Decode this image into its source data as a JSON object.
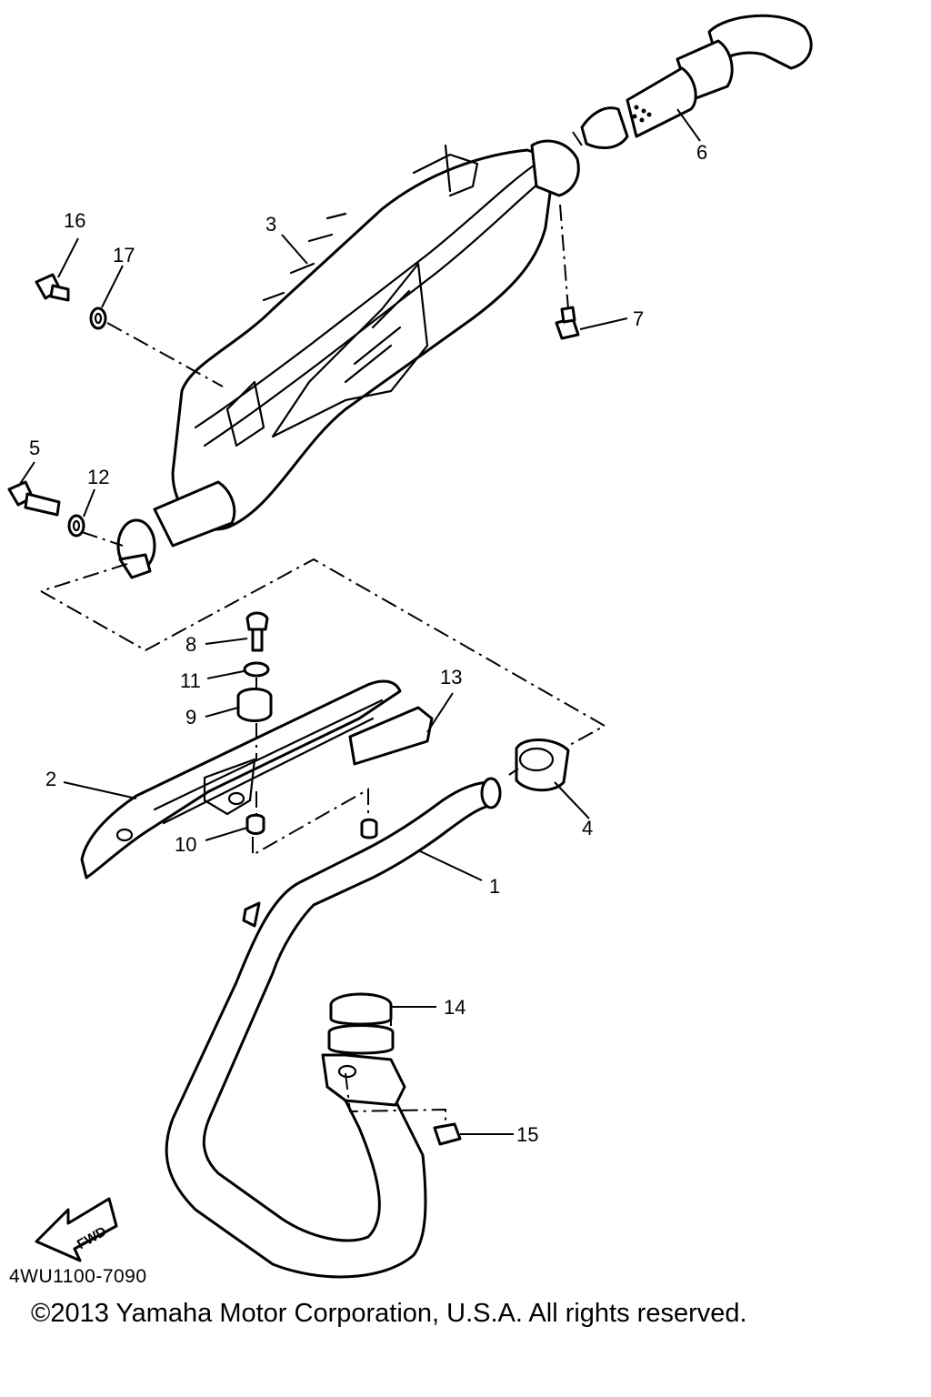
{
  "diagram": {
    "code": "4WU1100-7090",
    "copyright": "©2013 Yamaha Motor Corporation, U.S.A. All rights reserved.",
    "fwd_label": "FWD",
    "parts": [
      {
        "id": "p1",
        "number": "1"
      },
      {
        "id": "p2",
        "number": "2"
      },
      {
        "id": "p3",
        "number": "3"
      },
      {
        "id": "p4",
        "number": "4"
      },
      {
        "id": "p5",
        "number": "5"
      },
      {
        "id": "p6",
        "number": "6"
      },
      {
        "id": "p7",
        "number": "7"
      },
      {
        "id": "p8",
        "number": "8"
      },
      {
        "id": "p9",
        "number": "9"
      },
      {
        "id": "p10",
        "number": "10"
      },
      {
        "id": "p11",
        "number": "11"
      },
      {
        "id": "p12",
        "number": "12"
      },
      {
        "id": "p13",
        "number": "13"
      },
      {
        "id": "p14",
        "number": "14"
      },
      {
        "id": "p15",
        "number": "15"
      },
      {
        "id": "p16",
        "number": "16"
      },
      {
        "id": "p17",
        "number": "17"
      }
    ]
  }
}
